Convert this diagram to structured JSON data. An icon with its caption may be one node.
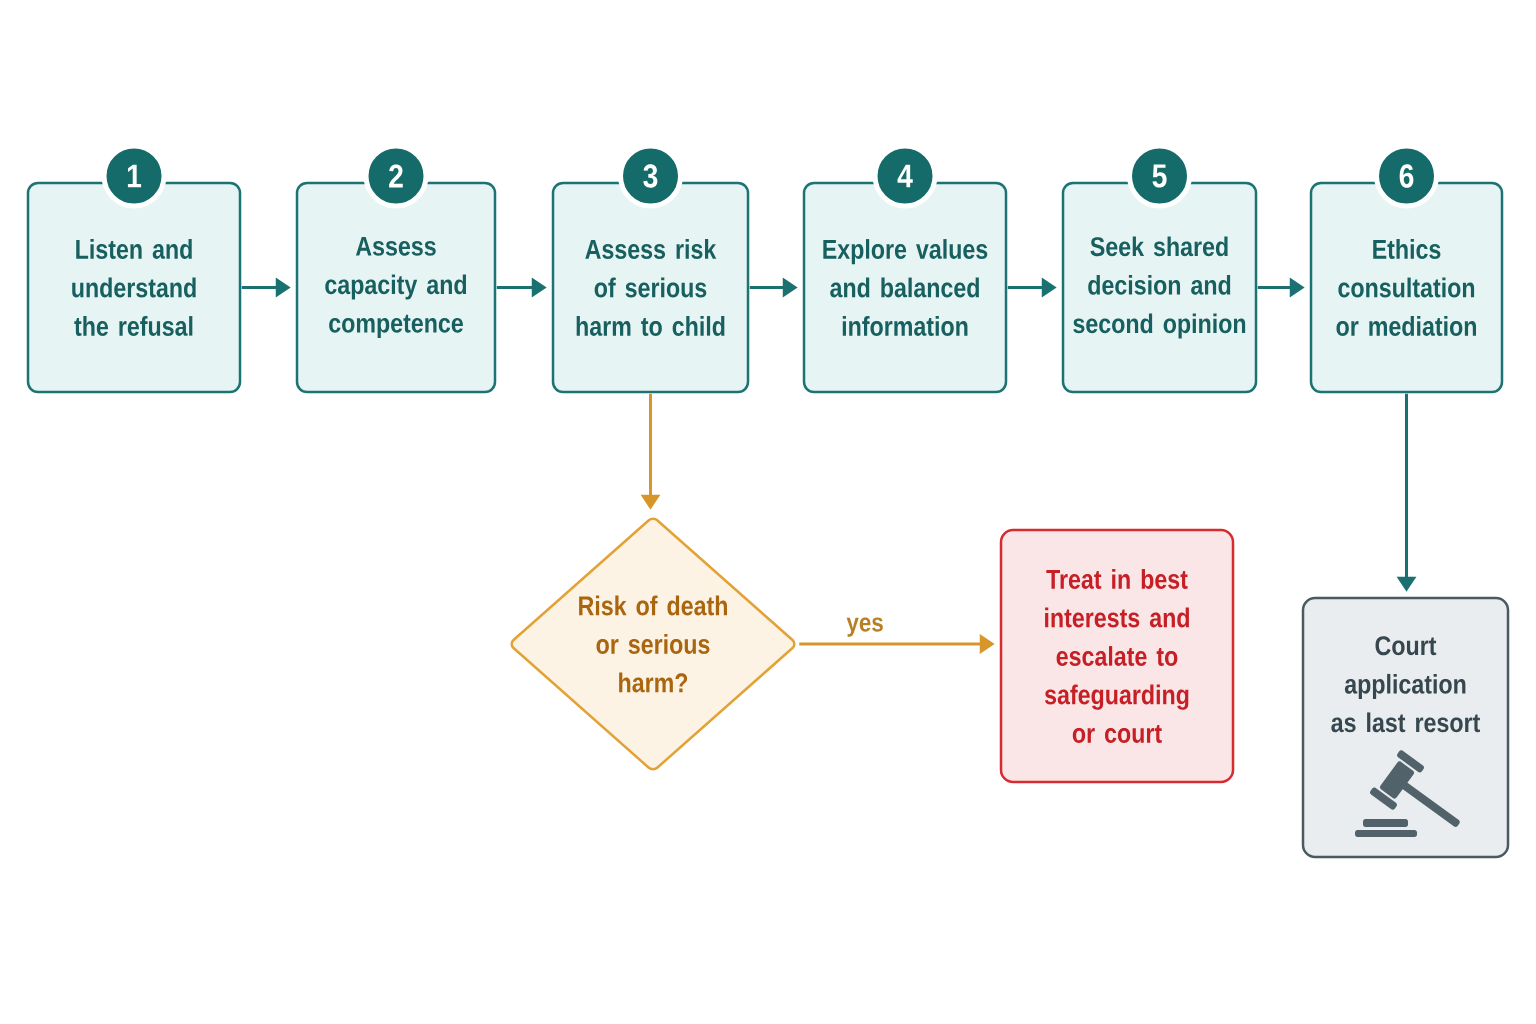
{
  "diagram": {
    "nodes": [
      {
        "text": [
          "1",
          "Listen and understand the refusal"
        ]
      },
      {
        "text": [
          "2",
          "Assess capacity and competence"
        ]
      },
      {
        "text": [
          "3",
          "Assess risk of serious harm to child"
        ]
      },
      {
        "text": [
          "4",
          "Explore values and balanced information"
        ]
      },
      {
        "text": [
          "5",
          "Seek shared decision and second opinion"
        ]
      },
      {
        "text": [
          "6",
          "Ethics consultation or mediation"
        ]
      },
      {
        "text": [
          "Risk of death or serious harm?"
        ]
      },
      {
        "text": [
          "Treat in best interests and escalate to safeguarding or court"
        ]
      },
      {
        "text": [
          "Court application as last resort"
        ]
      }
    ],
    "edges": [
      {
        "from": 0,
        "to": 1,
        "arrow": "to"
      },
      {
        "from": 1,
        "to": 2,
        "arrow": "to"
      },
      {
        "from": 2,
        "to": 3,
        "arrow": "to"
      },
      {
        "from": 3,
        "to": 4,
        "arrow": "to"
      },
      {
        "from": 4,
        "to": 5,
        "arrow": "to"
      },
      {
        "from": 2,
        "to": 6,
        "arrow": "to",
        "color": "#d8962a"
      },
      {
        "from": 6,
        "to": 7,
        "arrow": "to",
        "label": "yes",
        "color": "#d8962a"
      },
      {
        "from": 5,
        "to": 8,
        "arrow": "to"
      }
    ]
  }
}
